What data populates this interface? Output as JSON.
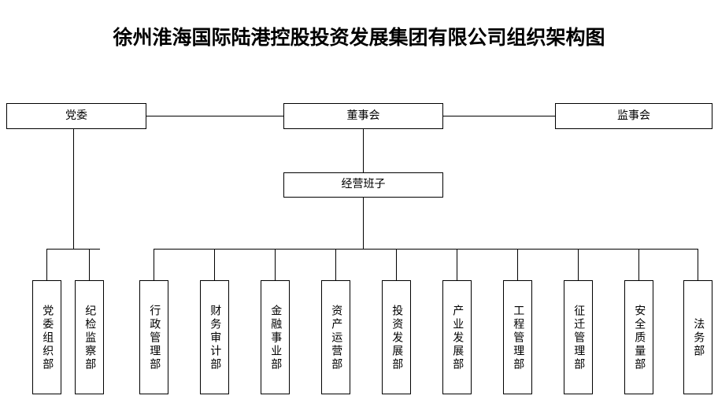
{
  "title": "徐州淮海国际陆港控股投资发展集团有限公司组织架构图",
  "chart_data": {
    "type": "diagram",
    "diagram_type": "organizational-chart",
    "title": "徐州淮海国际陆港控股投资发展集团有限公司组织架构图",
    "orientation": "top-down",
    "text_direction_leaf_nodes": "vertical",
    "colors": {
      "background": "#ffffff",
      "box_border": "#000000",
      "box_fill": "#ffffff",
      "text": "#000000",
      "connector": "#000000"
    },
    "nodes": [
      {
        "id": "party_committee",
        "label": "党委",
        "level": 1,
        "orientation": "horizontal"
      },
      {
        "id": "board_of_directors",
        "label": "董事会",
        "level": 1,
        "orientation": "horizontal"
      },
      {
        "id": "board_of_supervisors",
        "label": "监事会",
        "level": 1,
        "orientation": "horizontal"
      },
      {
        "id": "management_team",
        "label": "经营班子",
        "level": 2,
        "orientation": "horizontal"
      },
      {
        "id": "dept_party_org",
        "label": "党委组织部",
        "level": 3,
        "orientation": "vertical",
        "parent": "party_committee"
      },
      {
        "id": "dept_discipline",
        "label": "纪检监察部",
        "level": 3,
        "orientation": "vertical",
        "parent": "party_committee"
      },
      {
        "id": "dept_admin",
        "label": "行政管理部",
        "level": 3,
        "orientation": "vertical",
        "parent": "management_team"
      },
      {
        "id": "dept_finance_audit",
        "label": "财务审计部",
        "level": 3,
        "orientation": "vertical",
        "parent": "management_team"
      },
      {
        "id": "dept_financial_business",
        "label": "金融事业部",
        "level": 3,
        "orientation": "vertical",
        "parent": "management_team"
      },
      {
        "id": "dept_asset_operation",
        "label": "资产运营部",
        "level": 3,
        "orientation": "vertical",
        "parent": "management_team"
      },
      {
        "id": "dept_investment_dev",
        "label": "投资发展部",
        "level": 3,
        "orientation": "vertical",
        "parent": "management_team"
      },
      {
        "id": "dept_industry_dev",
        "label": "产业发展部",
        "level": 3,
        "orientation": "vertical",
        "parent": "management_team"
      },
      {
        "id": "dept_engineering",
        "label": "工程管理部",
        "level": 3,
        "orientation": "vertical",
        "parent": "management_team"
      },
      {
        "id": "dept_relocation",
        "label": "征迁管理部",
        "level": 3,
        "orientation": "vertical",
        "parent": "management_team"
      },
      {
        "id": "dept_safety_quality",
        "label": "安全质量部",
        "level": 3,
        "orientation": "vertical",
        "parent": "management_team"
      },
      {
        "id": "dept_legal",
        "label": "法务部",
        "level": 3,
        "orientation": "vertical",
        "parent": "management_team"
      }
    ],
    "edges": [
      {
        "from": "party_committee",
        "to": "board_of_directors",
        "style": "horizontal-link"
      },
      {
        "from": "board_of_directors",
        "to": "board_of_supervisors",
        "style": "horizontal-link"
      },
      {
        "from": "board_of_directors",
        "to": "management_team",
        "style": "vertical-link"
      },
      {
        "from": "party_committee",
        "to": "dept_party_org",
        "style": "tree"
      },
      {
        "from": "party_committee",
        "to": "dept_discipline",
        "style": "tree"
      },
      {
        "from": "management_team",
        "to": "dept_admin",
        "style": "tree"
      },
      {
        "from": "management_team",
        "to": "dept_finance_audit",
        "style": "tree"
      },
      {
        "from": "management_team",
        "to": "dept_financial_business",
        "style": "tree"
      },
      {
        "from": "management_team",
        "to": "dept_asset_operation",
        "style": "tree"
      },
      {
        "from": "management_team",
        "to": "dept_investment_dev",
        "style": "tree"
      },
      {
        "from": "management_team",
        "to": "dept_industry_dev",
        "style": "tree"
      },
      {
        "from": "management_team",
        "to": "dept_engineering",
        "style": "tree"
      },
      {
        "from": "management_team",
        "to": "dept_relocation",
        "style": "tree"
      },
      {
        "from": "management_team",
        "to": "dept_safety_quality",
        "style": "tree"
      },
      {
        "from": "management_team",
        "to": "dept_legal",
        "style": "tree"
      }
    ],
    "counts": {
      "level1_nodes": 3,
      "level2_nodes": 1,
      "level3_nodes": 12,
      "party_committee_departments": 2,
      "management_team_departments": 10
    }
  },
  "top_row": {
    "party_committee": "党委",
    "board_of_directors": "董事会",
    "board_of_supervisors": "监事会"
  },
  "second_row": {
    "management_team": "经营班子"
  },
  "departments": [
    "党委组织部",
    "纪检监察部",
    "行政管理部",
    "财务审计部",
    "金融事业部",
    "资产运营部",
    "投资发展部",
    "产业发展部",
    "工程管理部",
    "征迁管理部",
    "安全质量部",
    "法务部"
  ]
}
